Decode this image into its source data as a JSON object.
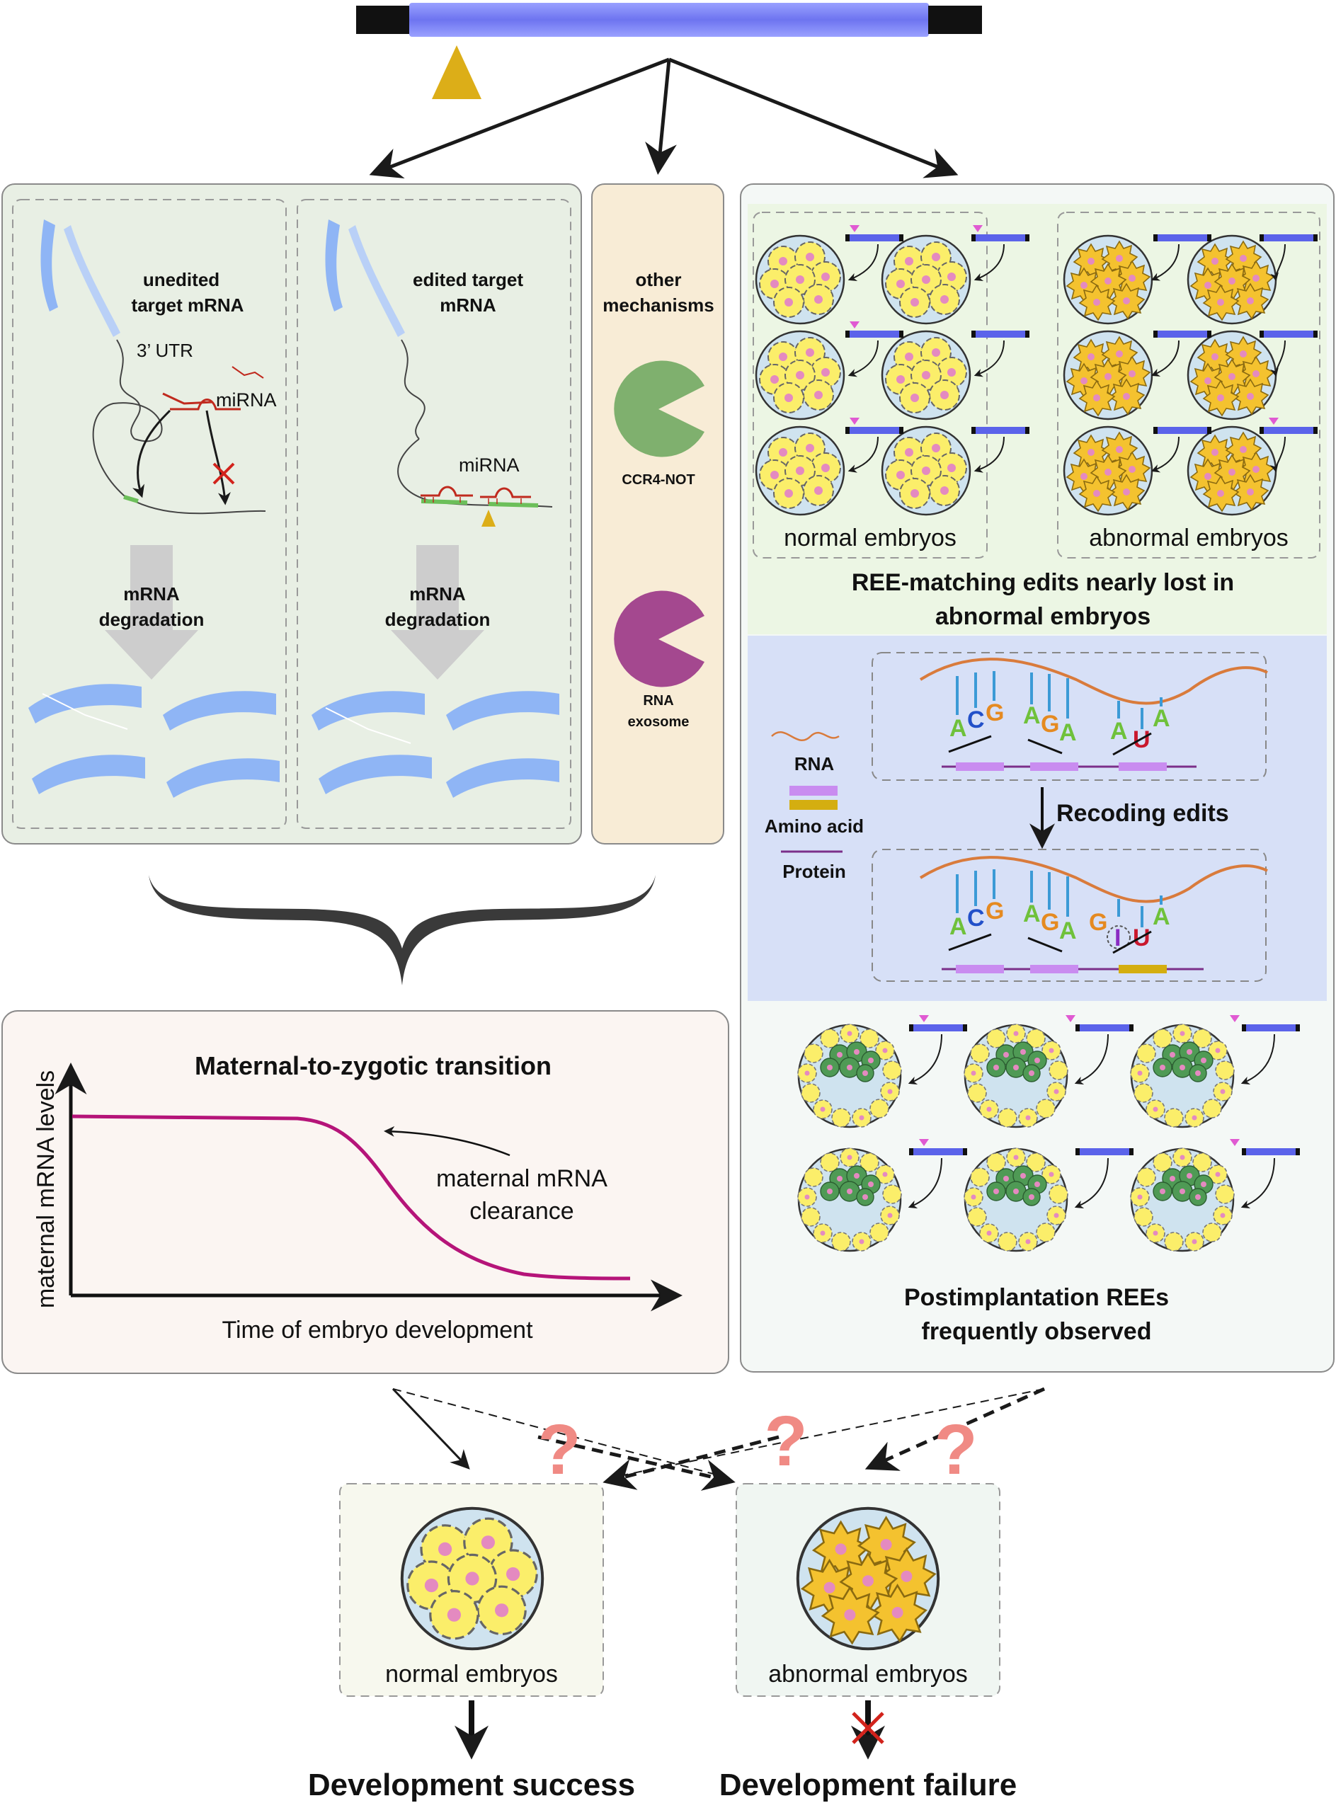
{
  "gene_bar": {
    "body_color": "#7f86f0",
    "end_color": "#111111",
    "marker_color": "#dcae18"
  },
  "panel_left": {
    "unedited_title_1": "unedited",
    "unedited_title_2": "target  mRNA",
    "utr_label": "3’ UTR",
    "mirna_label_1": "miRNA",
    "edited_title_1": "edited target",
    "edited_title_2": "mRNA",
    "mirna_label_2": "miRNA",
    "degradation_1a": "mRNA",
    "degradation_1b": "degradation",
    "degradation_2a": "mRNA",
    "degradation_2b": "degradation",
    "bg_color": "#e8efe4"
  },
  "panel_mid": {
    "title_1": "other",
    "title_2": "mechanisms",
    "ccr4_label": "CCR4-NOT",
    "exosome_1": "RNA",
    "exosome_2": "exosome",
    "ccr4_color": "#7fb06e",
    "exosome_color": "#a4488f",
    "bg_color": "#f8ecd6"
  },
  "panel_right": {
    "normal_label": "normal embryos",
    "abnormal_label": "abnormal embryos",
    "ree_title_1": "REE-matching edits nearly lost in",
    "ree_title_2": "abnormal embryos",
    "legend_rna": "RNA",
    "legend_amino": "Amino acid",
    "legend_protein": "Protein",
    "recoding_label": "Recoding edits",
    "post_title_1": "Postimplantation REEs",
    "post_title_2": "frequently observed",
    "codon_top": [
      [
        "A",
        "C",
        "G"
      ],
      [
        "A",
        "G",
        "A"
      ],
      [
        "A",
        "U",
        "A"
      ]
    ],
    "codon_bottom": [
      [
        "A",
        "C",
        "G"
      ],
      [
        "A",
        "G",
        "A"
      ],
      [
        "G",
        "I",
        "U",
        "A"
      ]
    ]
  },
  "brace_color": "#3a3a3a",
  "chart_panel": {
    "title": "Maternal-to-zygotic transition",
    "ylabel": "maternal mRNA levels",
    "xlabel": "Time of embryo development",
    "annotation_1": "maternal mRNA",
    "annotation_2": "clearance",
    "curve_color": "#b51479",
    "bg_color": "#fbf5f2"
  },
  "bottom": {
    "question": "?",
    "normal_label": "normal embryos",
    "abnormal_label": "abnormal embryos",
    "success": "Development success",
    "failure": "Development failure",
    "question_color": "#f08a84"
  }
}
